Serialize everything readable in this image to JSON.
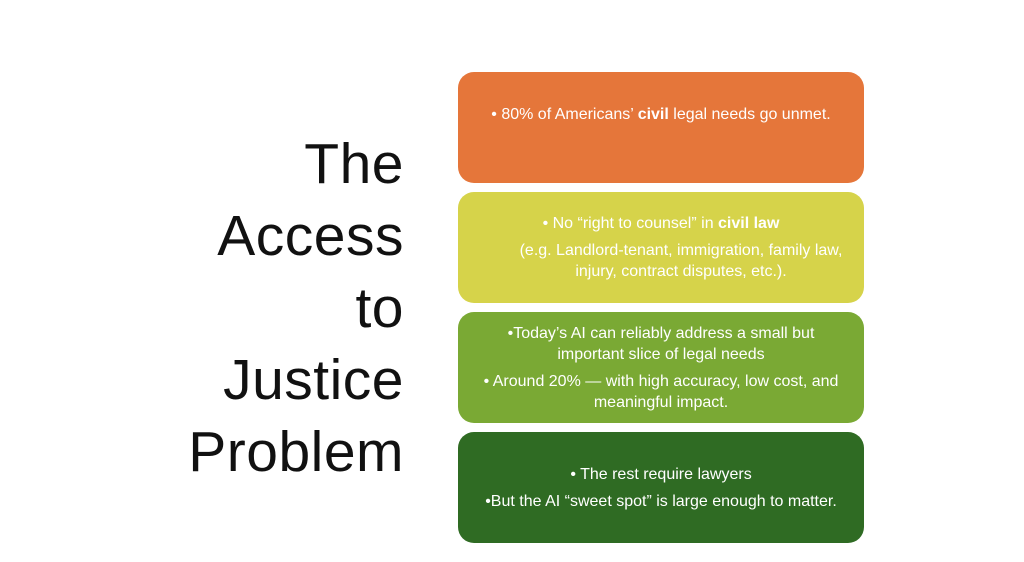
{
  "title": {
    "lines": [
      "The",
      "Access",
      "to",
      "Justice",
      "Problem"
    ]
  },
  "boxes": [
    {
      "id": "unmet-needs",
      "color": "#e5763a",
      "paragraphs": [
        {
          "before": "• 80% of Americans’ ",
          "bold": "civil",
          "after": " legal needs go unmet."
        }
      ]
    },
    {
      "id": "right-to-counsel",
      "color": "#d6d34a",
      "paragraphs": [
        {
          "before": "• No “right to counsel” in ",
          "bold": "civil law",
          "after": ""
        },
        {
          "before": "(e.g. Landlord-tenant, immigration, family law, injury, contract disputes, etc.).",
          "bold": "",
          "after": ""
        }
      ]
    },
    {
      "id": "ai-slice",
      "color": "#7aa934",
      "paragraphs": [
        {
          "before": "•Today’s AI can reliably address a small but important slice of legal needs",
          "bold": "",
          "after": ""
        },
        {
          "before": "• Around  20% — with high accuracy, low cost, and meaningful impact.",
          "bold": "",
          "after": ""
        }
      ]
    },
    {
      "id": "sweet-spot",
      "color": "#2f6b23",
      "paragraphs": [
        {
          "before": "• The rest require lawyers",
          "bold": "",
          "after": ""
        },
        {
          "before": "•But the AI “sweet spot” is large enough to matter.",
          "bold": "",
          "after": ""
        }
      ]
    }
  ]
}
